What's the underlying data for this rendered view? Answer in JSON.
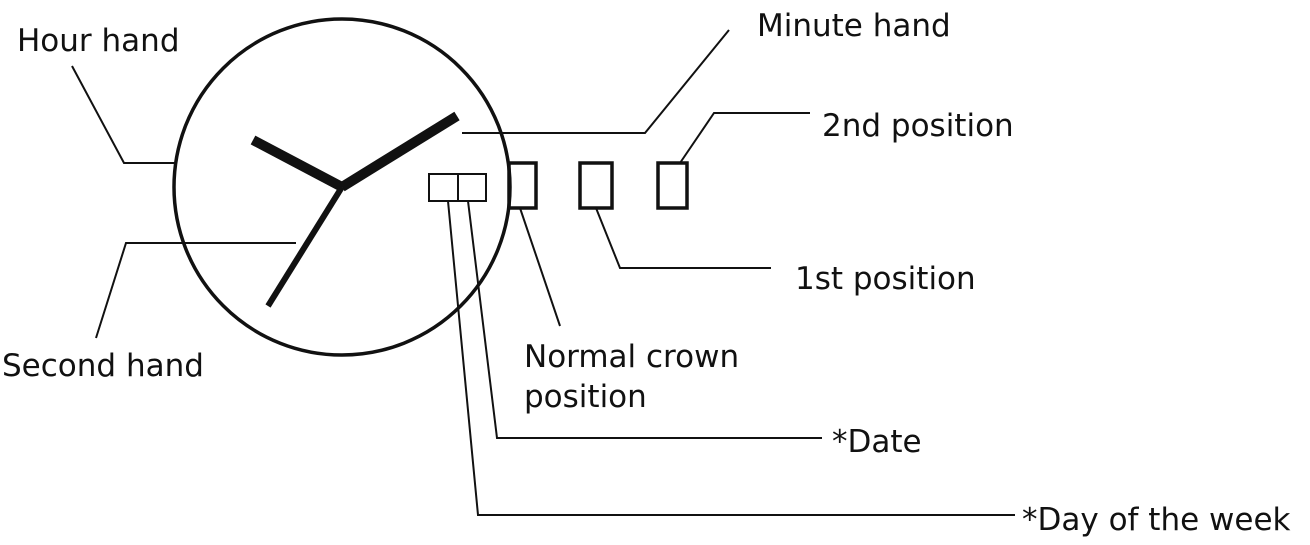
{
  "labels": {
    "hour_hand": "Hour hand",
    "minute_hand": "Minute hand",
    "second_hand": "Second hand",
    "second_position": "2nd position",
    "first_position": "1st position",
    "normal_crown_line1": "Normal crown",
    "normal_crown_line2": "position",
    "date": "*Date",
    "day_of_week": "*Day of the week"
  },
  "colors": {
    "ink": "#111111",
    "background": "#ffffff"
  }
}
